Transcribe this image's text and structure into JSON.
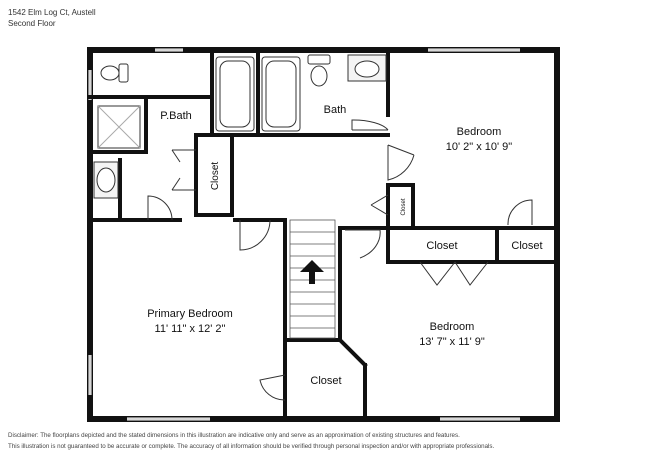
{
  "header": {
    "address": "1542 Elm Log Ct, Austell",
    "floor": "Second Floor"
  },
  "rooms": {
    "pbath": {
      "name": "P.Bath"
    },
    "bath": {
      "name": "Bath"
    },
    "bedroom_ne": {
      "name": "Bedroom",
      "dims": "10' 2\" x 10' 9\""
    },
    "primary": {
      "name": "Primary Bedroom",
      "dims": "11' 11\" x 12' 2\""
    },
    "bedroom_se": {
      "name": "Bedroom",
      "dims": "13' 7\" x 11' 9\""
    },
    "closet_pbath": {
      "name": "Closet"
    },
    "closet_hall": {
      "name": "Closet"
    },
    "closet_ne1": {
      "name": "Closet"
    },
    "closet_ne2": {
      "name": "Closet"
    },
    "closet_south": {
      "name": "Closet"
    }
  },
  "disclaimer": {
    "line1": "Disclaimer: The floorplans depicted and the stated dimensions in this illustration are indicative only and serve as an approximation of existing structures and features.",
    "line2": "This illustration is not guaranteed to be accurate or complete. The accuracy of all information should be verified through personal inspection and/or with appropriate professionals."
  }
}
